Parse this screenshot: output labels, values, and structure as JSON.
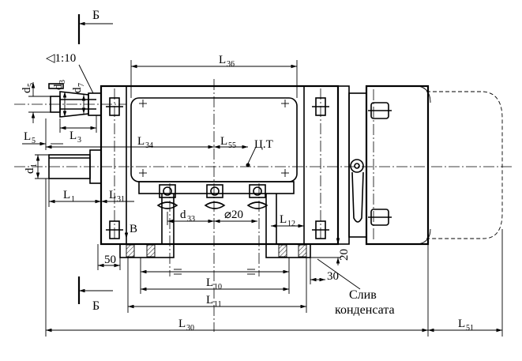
{
  "section_marks": {
    "top": "Б",
    "bottom": "Б"
  },
  "taper": "◁1:10",
  "dims": {
    "L36": {
      "base": "L",
      "sub": "36"
    },
    "L34": {
      "base": "L",
      "sub": "34"
    },
    "L55": {
      "base": "L",
      "sub": "55"
    },
    "L5": {
      "base": "L",
      "sub": "5"
    },
    "L3": {
      "base": "L",
      "sub": "3"
    },
    "L1": {
      "base": "L",
      "sub": "1"
    },
    "L31": {
      "base": "L",
      "sub": "31"
    },
    "L12": {
      "base": "L",
      "sub": "12"
    },
    "L10": {
      "base": "L",
      "sub": "10"
    },
    "L11": {
      "base": "L",
      "sub": "11"
    },
    "L30": {
      "base": "L",
      "sub": "30"
    },
    "L51": {
      "base": "L",
      "sub": "51"
    },
    "d5": {
      "base": "d",
      "sub": "5"
    },
    "d3": {
      "base": "d",
      "sub": "3"
    },
    "d7": {
      "base": "d",
      "sub": "7"
    },
    "d1": {
      "base": "d",
      "sub": "1"
    },
    "d33": {
      "base": "d",
      "sub": "33"
    }
  },
  "labels": {
    "ct": "Ц.Т",
    "dia20": "⌀20",
    "v": "В",
    "n50": "50",
    "n30": "30",
    "n20": "20",
    "drain_line1": "Слив",
    "drain_line2": "конденсата"
  }
}
